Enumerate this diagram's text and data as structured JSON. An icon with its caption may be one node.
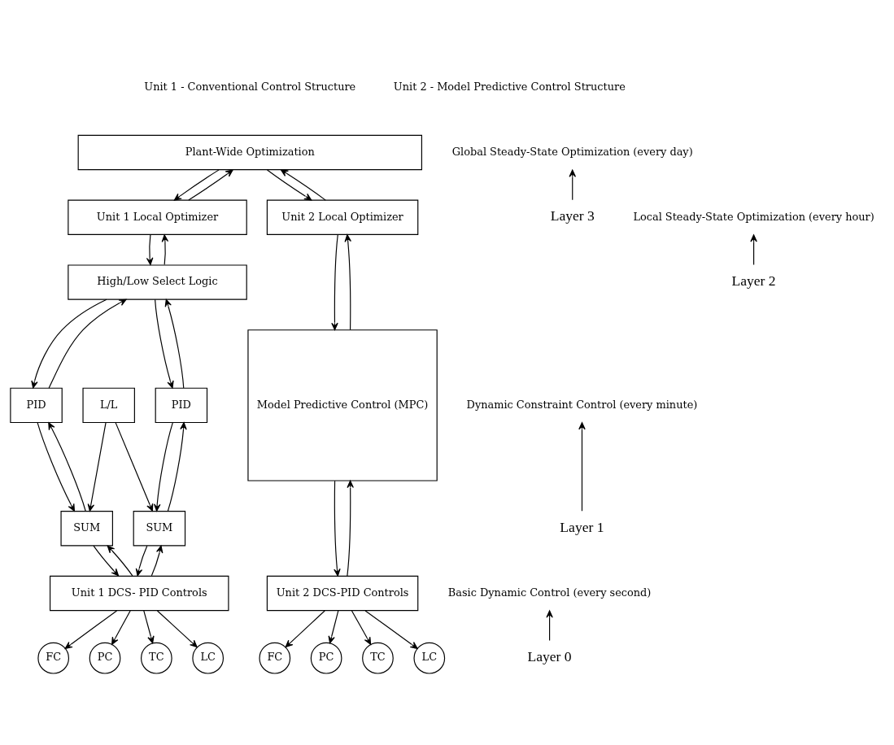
{
  "diagram": {
    "nodes": [
      {
        "text": [
          "Plant-Wide Optimization"
        ]
      },
      {
        "text": [
          "Unit 1 Local Optimizer"
        ]
      },
      {
        "text": [
          "Unit 2 Local Optimizer"
        ]
      },
      {
        "text": [
          "High/Low Select Logic"
        ]
      },
      {
        "text": [
          "Model Predictive Control (MPC)"
        ]
      },
      {
        "text": [
          "PID"
        ]
      },
      {
        "text": [
          "L/L"
        ]
      },
      {
        "text": [
          "PID"
        ]
      },
      {
        "text": [
          "SUM"
        ]
      },
      {
        "text": [
          "SUM"
        ]
      },
      {
        "text": [
          "Unit 1 DCS- PID Controls"
        ]
      },
      {
        "text": [
          "Unit 2 DCS-PID Controls"
        ]
      },
      {
        "text": [
          "FC"
        ]
      },
      {
        "text": [
          "PC"
        ]
      },
      {
        "text": [
          "TC"
        ]
      },
      {
        "text": [
          "LC"
        ]
      },
      {
        "text": [
          "FC"
        ]
      },
      {
        "text": [
          "PC"
        ]
      },
      {
        "text": [
          "TC"
        ]
      },
      {
        "text": [
          "LC"
        ]
      },
      {
        "text": [
          "Global Steady-State Optimization (every day)"
        ]
      },
      {
        "text": [
          "Layer 3"
        ]
      },
      {
        "text": [
          "Local Steady-State Optimization (every hour)"
        ]
      },
      {
        "text": [
          "Layer 2"
        ]
      },
      {
        "text": [
          "Dynamic Constraint Control (every minute)"
        ]
      },
      {
        "text": [
          "Layer 1"
        ]
      },
      {
        "text": [
          "Basic Dynamic Control (every second)"
        ]
      },
      {
        "text": [
          "Layer 0"
        ]
      }
    ],
    "edges": [
      {
        "from": 0,
        "to": 1,
        "arrow": "to"
      },
      {
        "from": 1,
        "to": 0,
        "arrow": "to"
      },
      {
        "from": 0,
        "to": 2,
        "arrow": "to"
      },
      {
        "from": 2,
        "to": 0,
        "arrow": "to"
      },
      {
        "from": 1,
        "to": 3,
        "arrow": "to"
      },
      {
        "from": 3,
        "to": 1,
        "arrow": "to"
      },
      {
        "from": 2,
        "to": 4,
        "arrow": "to"
      },
      {
        "from": 4,
        "to": 2,
        "arrow": "to"
      },
      {
        "from": 3,
        "to": 5,
        "arrow": "to"
      },
      {
        "from": 5,
        "to": 3,
        "arrow": "to"
      },
      {
        "from": 3,
        "to": 7,
        "arrow": "to"
      },
      {
        "from": 7,
        "to": 3,
        "arrow": "to"
      },
      {
        "from": 5,
        "to": 8,
        "arrow": "to"
      },
      {
        "from": 8,
        "to": 5,
        "arrow": "to"
      },
      {
        "from": 7,
        "to": 9,
        "arrow": "to"
      },
      {
        "from": 9,
        "to": 7,
        "arrow": "to"
      },
      {
        "from": 6,
        "to": 8,
        "arrow": "to"
      },
      {
        "from": 6,
        "to": 9,
        "arrow": "to"
      },
      {
        "from": 8,
        "to": 10,
        "arrow": "to"
      },
      {
        "from": 10,
        "to": 8,
        "arrow": "to"
      },
      {
        "from": 9,
        "to": 10,
        "arrow": "to"
      },
      {
        "from": 10,
        "to": 9,
        "arrow": "to"
      },
      {
        "from": 4,
        "to": 11,
        "arrow": "to"
      },
      {
        "from": 11,
        "to": 4,
        "arrow": "to"
      },
      {
        "from": 10,
        "to": 12,
        "arrow": "to"
      },
      {
        "from": 10,
        "to": 13,
        "arrow": "to"
      },
      {
        "from": 10,
        "to": 14,
        "arrow": "to"
      },
      {
        "from": 10,
        "to": 15,
        "arrow": "to"
      },
      {
        "from": 11,
        "to": 16,
        "arrow": "to"
      },
      {
        "from": 11,
        "to": 17,
        "arrow": "to"
      },
      {
        "from": 11,
        "to": 18,
        "arrow": "to"
      },
      {
        "from": 11,
        "to": 19,
        "arrow": "to"
      },
      {
        "from": 21,
        "to": 20,
        "arrow": "to"
      },
      {
        "from": 23,
        "to": 22,
        "arrow": "to"
      },
      {
        "from": 25,
        "to": 24,
        "arrow": "to"
      },
      {
        "from": 27,
        "to": 26,
        "arrow": "to"
      }
    ],
    "labels": [
      "Unit 1 - Conventional Control Structure",
      "Unit 2 - Model Predictive Control Structure"
    ]
  }
}
